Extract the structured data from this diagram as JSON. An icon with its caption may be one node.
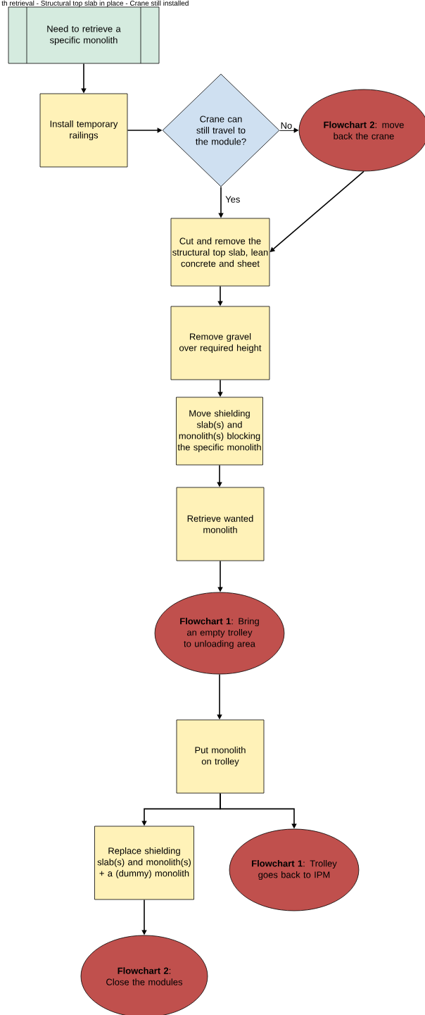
{
  "diagram": {
    "title": "th retrieval - Structural top slab in place - Crane still installed",
    "nodes": [
      {
        "text": [
          "Need to retrieve a specific monolith"
        ]
      },
      {
        "text": [
          "Install temporary railings"
        ]
      },
      {
        "text": [
          "Crane can still travel to the module?"
        ]
      },
      {
        "text": [
          "**Flowchart 2**: move back the crane"
        ]
      },
      {
        "text": [
          "Cut and remove the structural top slab, lean concrete and sheet"
        ]
      },
      {
        "text": [
          "Remove gravel over required height"
        ]
      },
      {
        "text": [
          "Move shielding slab(s) and monolith(s) blocking the specific monolith"
        ]
      },
      {
        "text": [
          "Retrieve wanted monolith"
        ]
      },
      {
        "text": [
          "**Flowchart 1**: Bring an empty trolley to unloading area"
        ]
      },
      {
        "text": [
          "Put monolith on trolley"
        ]
      },
      {
        "text": [
          "Replace shielding slab(s) and monolith(s) + a (dummy) monolith"
        ]
      },
      {
        "text": [
          "**Flowchart 1**: Trolley goes back to IPM"
        ]
      },
      {
        "text": [
          "**Flowchart 2**: Close the modules"
        ]
      }
    ],
    "edges": [
      {
        "from": 0,
        "to": 1,
        "arrow": "to"
      },
      {
        "from": 1,
        "to": 2,
        "arrow": "to"
      },
      {
        "from": 2,
        "to": 3,
        "arrow": "to",
        "label": "No"
      },
      {
        "from": 2,
        "to": 4,
        "arrow": "to",
        "label": "Yes"
      },
      {
        "from": 3,
        "to": 4,
        "arrow": "to"
      },
      {
        "from": 4,
        "to": 5,
        "arrow": "to"
      },
      {
        "from": 5,
        "to": 6,
        "arrow": "to"
      },
      {
        "from": 6,
        "to": 7,
        "arrow": "to"
      },
      {
        "from": 7,
        "to": 8,
        "arrow": "to"
      },
      {
        "from": 8,
        "to": 9,
        "arrow": "to"
      },
      {
        "from": 9,
        "to": 10,
        "arrow": "to"
      },
      {
        "from": 9,
        "to": 11,
        "arrow": "to"
      },
      {
        "from": 10,
        "to": 12,
        "arrow": "to"
      }
    ]
  }
}
